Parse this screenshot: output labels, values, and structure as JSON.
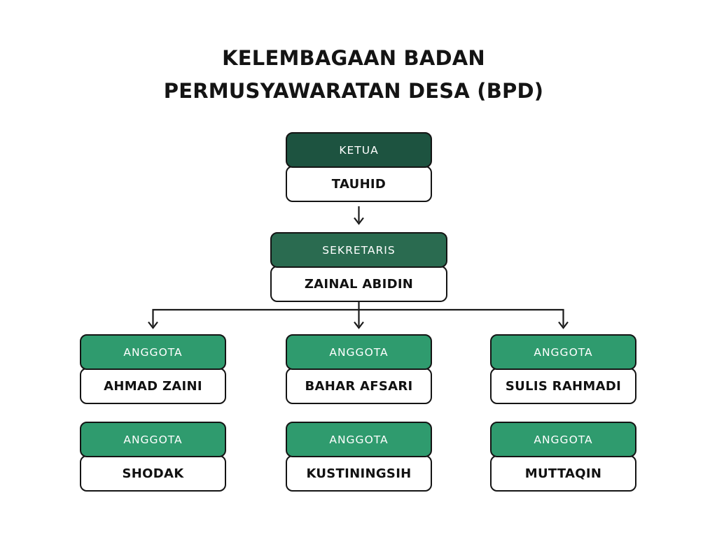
{
  "title": {
    "line1": "KELEMBAGAAN BADAN",
    "line2": "PERMUSYAWARATAN DESA (BPD)"
  },
  "colors": {
    "background": "#ffffff",
    "title_text": "#141414",
    "box_border": "#141414",
    "ketua_header_bg": "#1d5340",
    "sekretaris_header_bg": "#2a6b50",
    "anggota_header_bg": "#2f9b6e",
    "header_text": "#ffffff",
    "name_text": "#111111",
    "connector_line": "#1a1a1a"
  },
  "org_chart": {
    "ketua": {
      "role": "KETUA",
      "name": "TAUHID"
    },
    "sekretaris": {
      "role": "SEKRETARIS",
      "name": "ZAINAL ABIDIN"
    },
    "anggota_row1": [
      {
        "role": "ANGGOTA",
        "name": "AHMAD ZAINI"
      },
      {
        "role": "ANGGOTA",
        "name": "BAHAR AFSARI"
      },
      {
        "role": "ANGGOTA",
        "name": "SULIS RAHMADI"
      }
    ],
    "anggota_row2": [
      {
        "role": "ANGGOTA",
        "name": "SHODAK"
      },
      {
        "role": "ANGGOTA",
        "name": "KUSTININGSIH"
      },
      {
        "role": "ANGGOTA",
        "name": "MUTTAQIN"
      }
    ]
  }
}
